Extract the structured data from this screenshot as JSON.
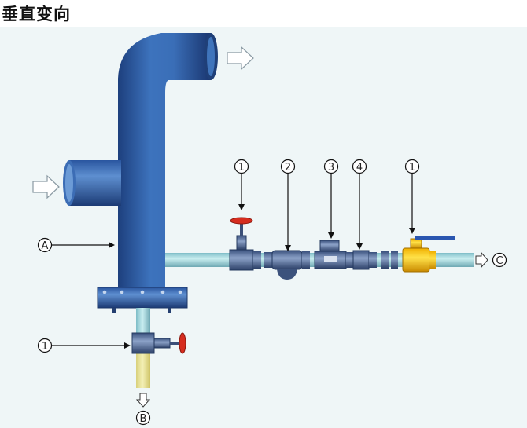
{
  "title": "垂直变向",
  "markers": {
    "A": "A",
    "B": "B",
    "C": "C",
    "one": "1",
    "two": "2",
    "three": "3",
    "four": "4"
  },
  "colors": {
    "background": "#eff6f7",
    "pipe_main": "#2e5ea6",
    "pipe_light": "#9fd4da",
    "valve_handle": "#d62d1f",
    "ball_valve": "#f2c21a",
    "fittings": "#465d86"
  },
  "icons": [
    "flow-arrow-icon",
    "gate-valve-icon",
    "ball-valve-icon"
  ]
}
